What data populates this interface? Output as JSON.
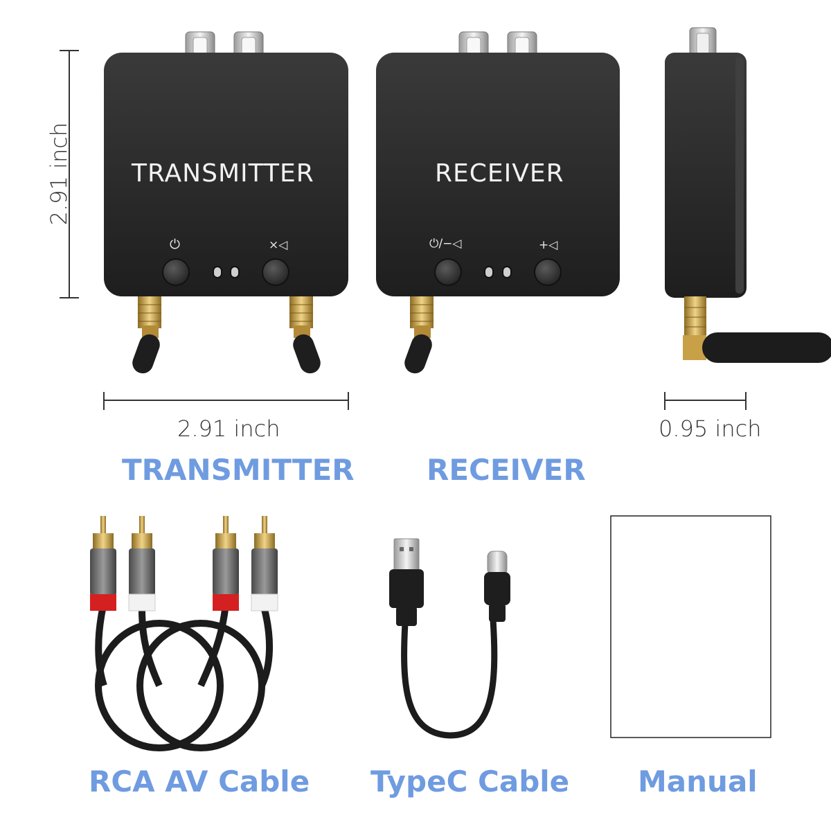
{
  "dimensions": {
    "height_label": "2.91 inch",
    "width_label": "2.91 inch",
    "depth_label": "0.95 inch"
  },
  "devices": {
    "transmitter": {
      "label": "TRANSMITTER",
      "power_icon": "power-icon",
      "mute_icon": "mute-speaker-icon"
    },
    "receiver": {
      "label": "RECEIVER",
      "power_volume_down_icon": "power-volume-down-icon",
      "volume_up_icon": "volume-up-icon"
    }
  },
  "captions": {
    "transmitter": "TRANSMITTER",
    "receiver": "RECEIVER",
    "rca_cable": "RCA AV Cable",
    "typec_cable": "TypeC Cable",
    "manual": "Manual"
  },
  "colors": {
    "caption": "#6f9be0",
    "device_body": "#2b2b2b",
    "gold": "#c9a24a",
    "rca_red": "#d42020"
  }
}
